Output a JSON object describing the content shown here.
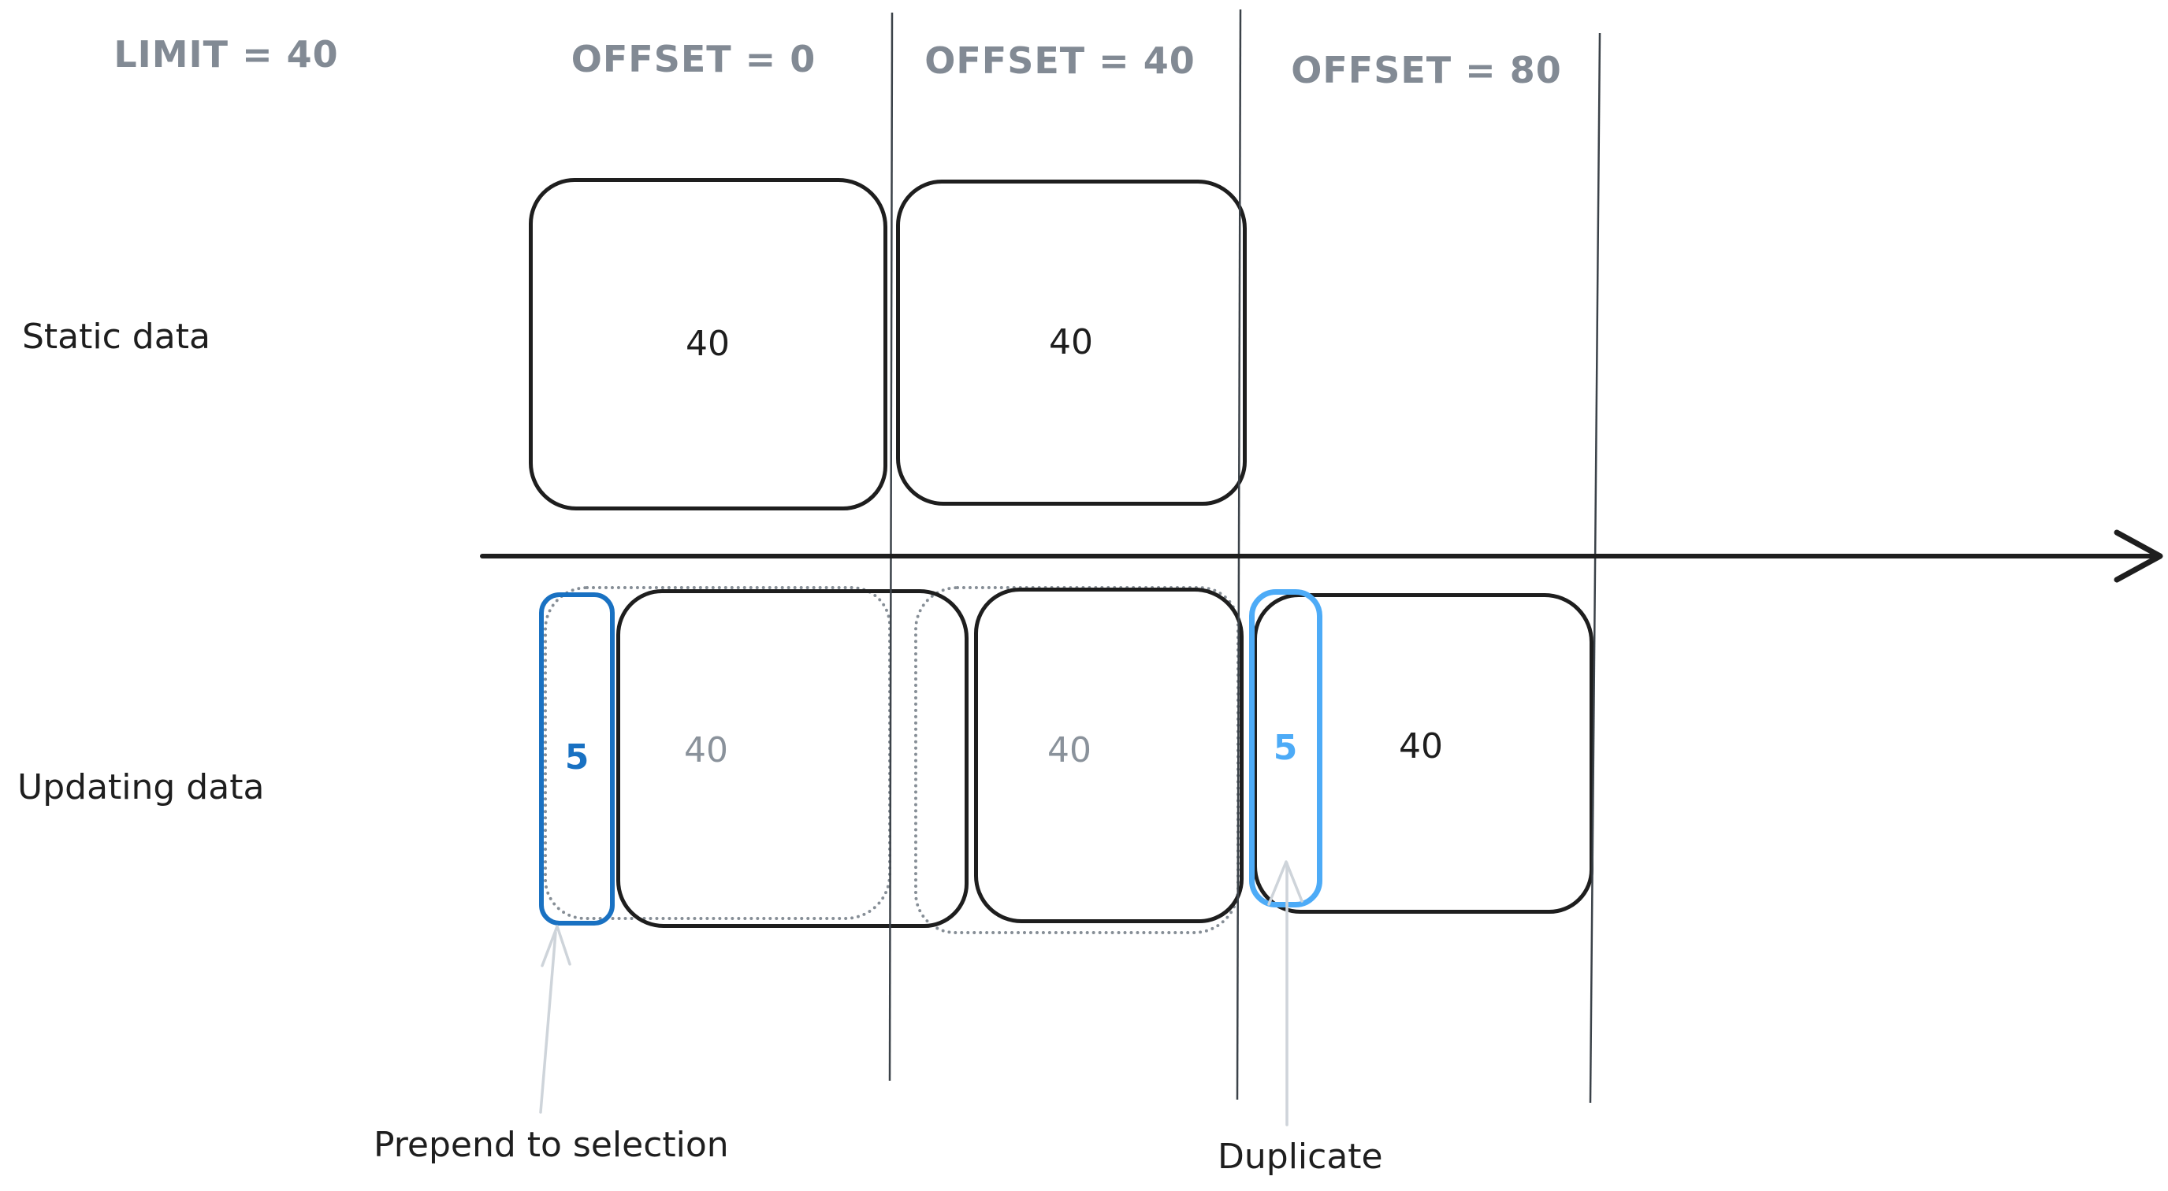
{
  "colors": {
    "ink": "#1e1e1e",
    "muted_gray": "#868e96",
    "header_gray": "#828a94",
    "dark_blue": "#1971c2",
    "light_blue": "#4dabf7",
    "annotation_arrow_gray": "#ced4da",
    "background": "#ffffff"
  },
  "column_headers": [
    {
      "label": "LIMIT = 40"
    },
    {
      "label": "OFFSET = 0"
    },
    {
      "label": "OFFSET = 40"
    },
    {
      "label": "OFFSET = 80"
    }
  ],
  "row_labels": [
    {
      "label": "Static data"
    },
    {
      "label": "Updating data"
    }
  ],
  "static_row": {
    "boxes": [
      {
        "value": "40"
      },
      {
        "value": "40"
      }
    ]
  },
  "updating_row": {
    "page_boxes": [
      {
        "value": "40",
        "style": "gray"
      },
      {
        "value": "40",
        "style": "gray"
      },
      {
        "value": "40",
        "style": "black"
      }
    ],
    "inserted_boxes": [
      {
        "value": "5",
        "style": "dark-blue"
      },
      {
        "value": "5",
        "style": "light-blue"
      }
    ]
  },
  "annotations": [
    {
      "label": "Prepend to selection"
    },
    {
      "label": "Duplicate"
    }
  ]
}
